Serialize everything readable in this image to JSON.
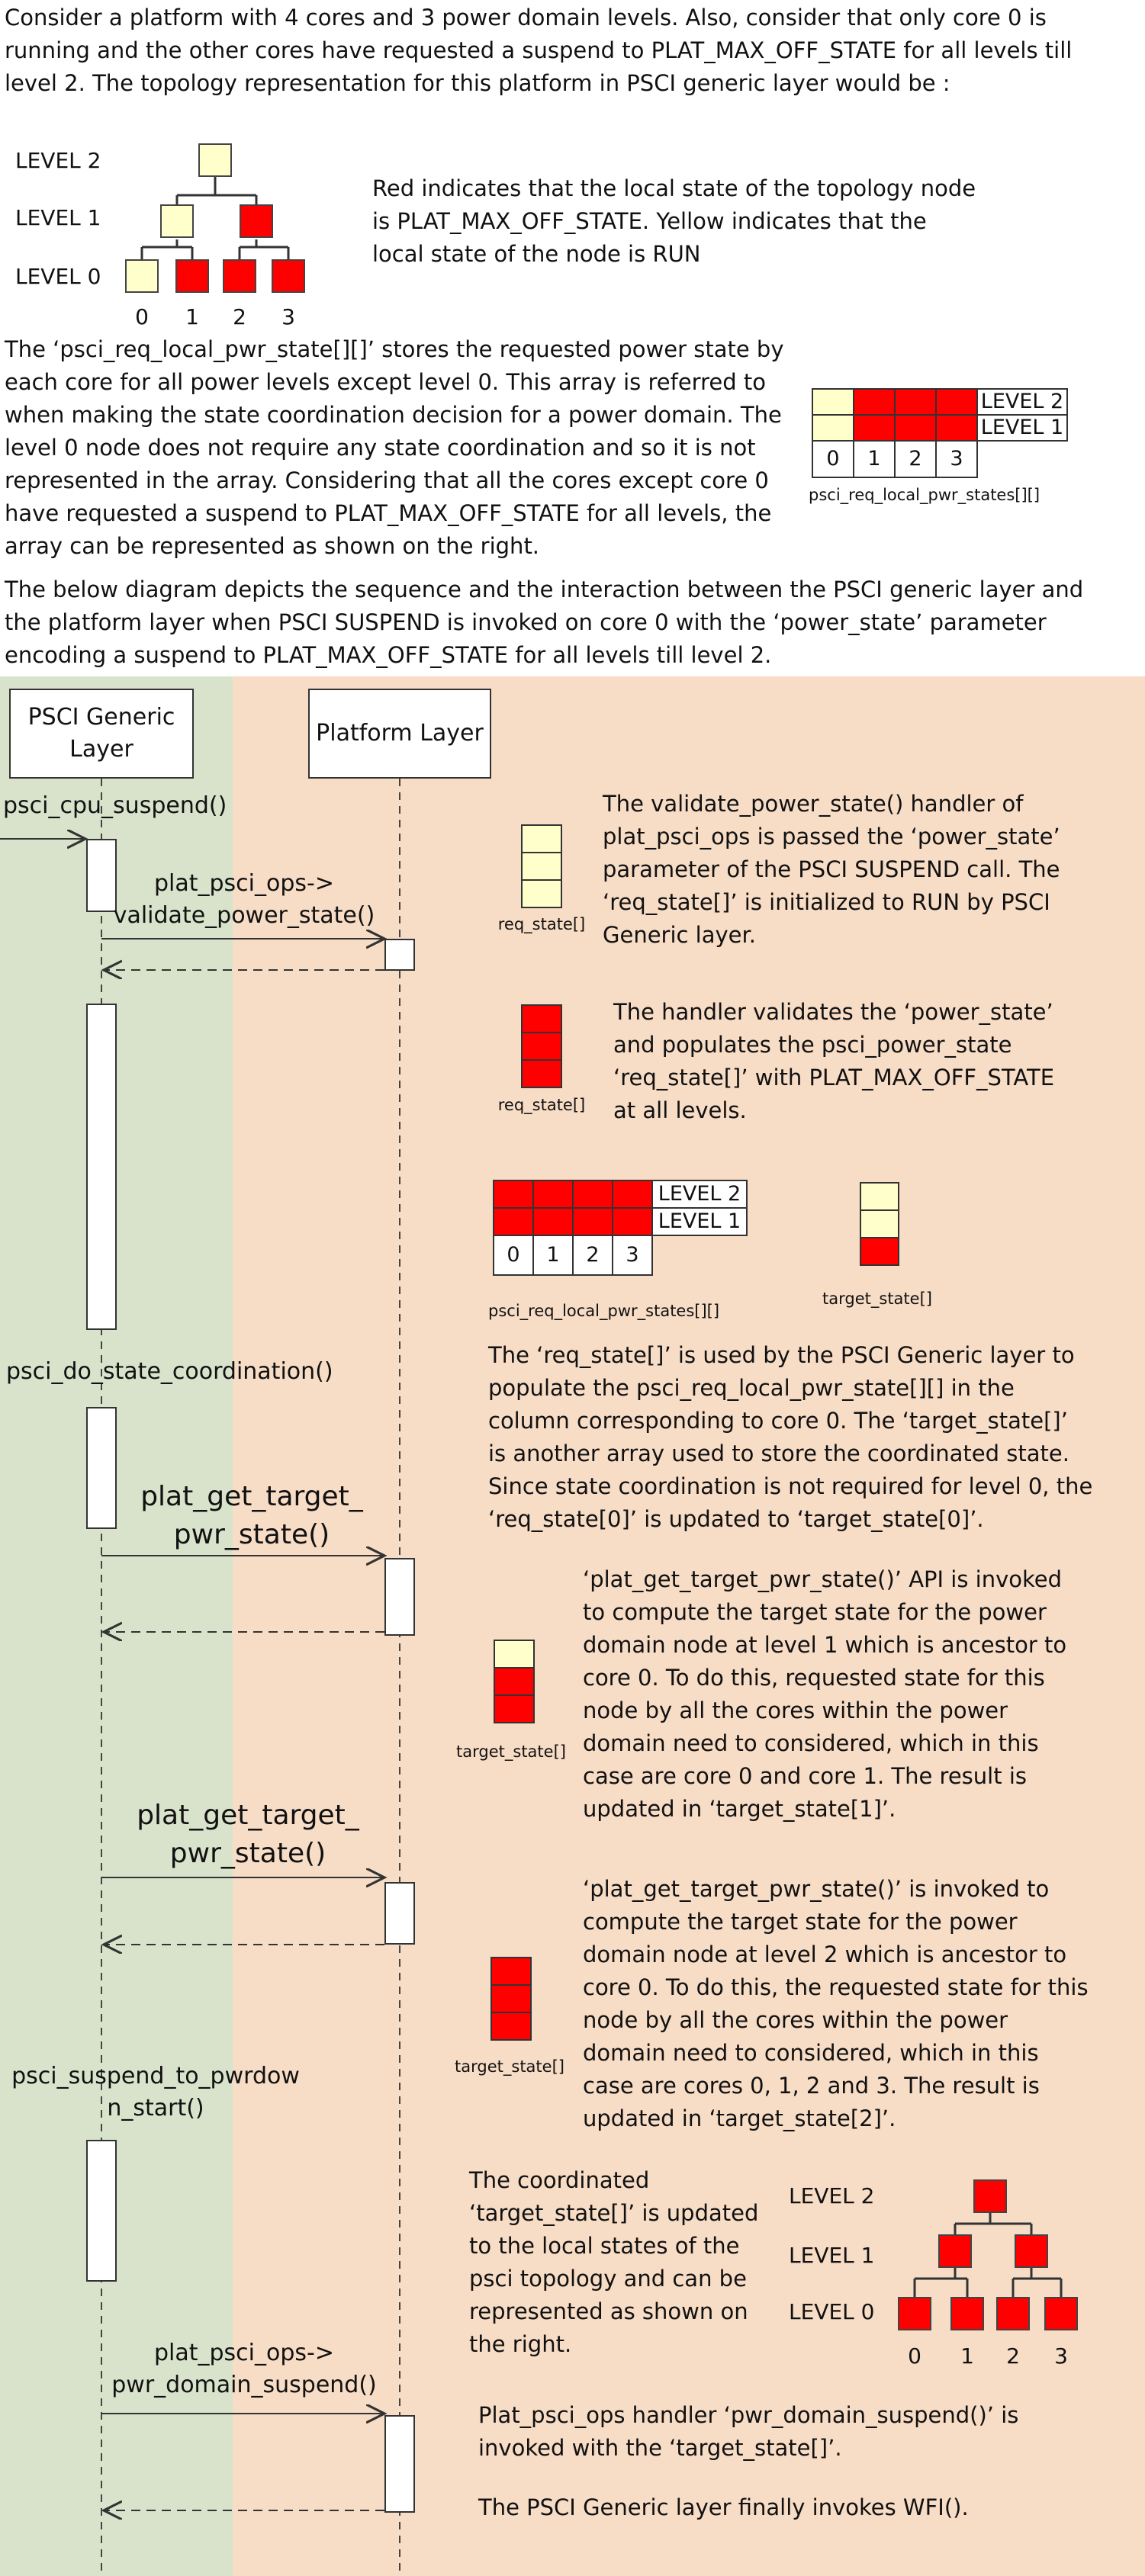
{
  "intro_text": "Consider a platform with 4 cores and 3 power domain levels. Also, consider that only core 0 is\nrunning and the other cores have requested a suspend to PLAT_MAX_OFF_STATE for all levels till\nlevel 2. The topology representation for this platform in PSCI generic layer would be :",
  "topology": {
    "level_labels": [
      "LEVEL 2",
      "LEVEL 1",
      "LEVEL 0"
    ],
    "core_labels": [
      "0",
      "1",
      "2",
      "3"
    ]
  },
  "topology_note": "Red indicates that the local state of the topology node\nis PLAT_MAX_OFF_STATE. Yellow indicates that the\nlocal state of the node is RUN",
  "array_para": "The ‘psci_req_local_pwr_state[][]’ stores the requested power state by\neach core for all power levels except level 0. This array is referred to\nwhen making the state coordination decision for a power domain. The\nlevel 0 node does not require any state coordination and so it is not\nrepresented in the array. Considering that all the cores except core 0\nhave requested a suspend to PLAT_MAX_OFF_STATE for all levels, the\narray can be represented as shown on the right.",
  "array": {
    "row_labels": [
      "LEVEL 2",
      "LEVEL 1"
    ],
    "col_labels": [
      "0",
      "1",
      "2",
      "3"
    ],
    "caption": "psci_req_local_pwr_states[][]"
  },
  "sequence_intro": "The below diagram depicts the sequence and the interaction between the PSCI generic layer and\nthe platform layer when PSCI SUSPEND is invoked on core 0 with the ‘power_state’ parameter\nencoding a suspend to PLAT_MAX_OFF_STATE for all levels till level 2.",
  "lanes": {
    "generic": "PSCI Generic\nLayer",
    "platform": "Platform\nLayer"
  },
  "calls": {
    "cpu_suspend": "psci_cpu_suspend()",
    "validate": "plat_psci_ops->\nvalidate_power_state()",
    "coordination": "psci_do_state_coordination()",
    "get_target_1": "plat_get_target_\npwr_state()",
    "get_target_2": "plat_get_target_\npwr_state()",
    "to_pwrdown": "psci_suspend_to_pwrdow\nn_start()",
    "domain_suspend": "plat_psci_ops->\npwr_domain_suspend()"
  },
  "captions": {
    "req_state_1": "req_state[]",
    "req_state_2": "req_state[]",
    "array2": "psci_req_local_pwr_states[][]",
    "target_1": "target_state[]",
    "target_2": "target_state[]",
    "target_3": "target_state[]"
  },
  "array2_rows": [
    "LEVEL 2",
    "LEVEL 1"
  ],
  "array2_cols": [
    "0",
    "1",
    "2",
    "3"
  ],
  "notes": {
    "validate": "The validate_power_state() handler of\nplat_psci_ops is passed the ‘power_state’\nparameter of the PSCI SUSPEND call. The\n‘req_state[]’ is initialized to RUN by PSCI\nGeneric layer.",
    "handler": "The handler validates the ‘power_state’\nand populates the psci_power_state\n‘req_state[]’ with PLAT_MAX_OFF_STATE\nat all levels.",
    "coordination": "The ‘req_state[]’ is used by the PSCI Generic layer to\npopulate the psci_req_local_pwr_state[][] in the\ncolumn corresponding to core 0. The ‘target_state[]’\nis another array used to store the coordinated state.\nSince state coordination is not required for level 0, the\n‘req_state[0]’ is updated to ‘target_state[0]’.",
    "target_1": "‘plat_get_target_pwr_state()’ API is invoked\nto compute the target state for the power\ndomain node at level 1 which is ancestor to\ncore 0. To do this, requested state for this\nnode by all the cores within the power\ndomain need to considered, which in this\ncase are core 0 and core 1. The result is\nupdated in ‘target_state[1]’.",
    "target_2": "‘plat_get_target_pwr_state()’ is invoked to\ncompute the target state for the power\ndomain node at level 2 which is ancestor to\ncore 0. To do this, the requested state for this\nnode by all the cores within the power\ndomain need to considered, which in this\ncase are cores 0, 1, 2 and 3. The result is\nupdated in ‘target_state[2]’.",
    "coordinated": "The coordinated\n‘target_state[]’ is updated\nto the local states of the\npsci topology and can be\nrepresented as shown on\nthe right.",
    "suspend": "Plat_psci_ops handler ‘pwr_domain_suspend()’ is\ninvoked with the ‘target_state[]’.",
    "wfi": "The PSCI Generic layer finally invokes WFI()."
  },
  "topology2": {
    "level_labels": [
      "LEVEL 2",
      "LEVEL 1",
      "LEVEL 0"
    ],
    "core_labels": [
      "0",
      "1",
      "2",
      "3"
    ]
  },
  "colors": {
    "off": "#ff0000",
    "run": "#ffffcc",
    "generic_lane": "#d9e3cc",
    "platform_lane": "#f7dcc6"
  }
}
